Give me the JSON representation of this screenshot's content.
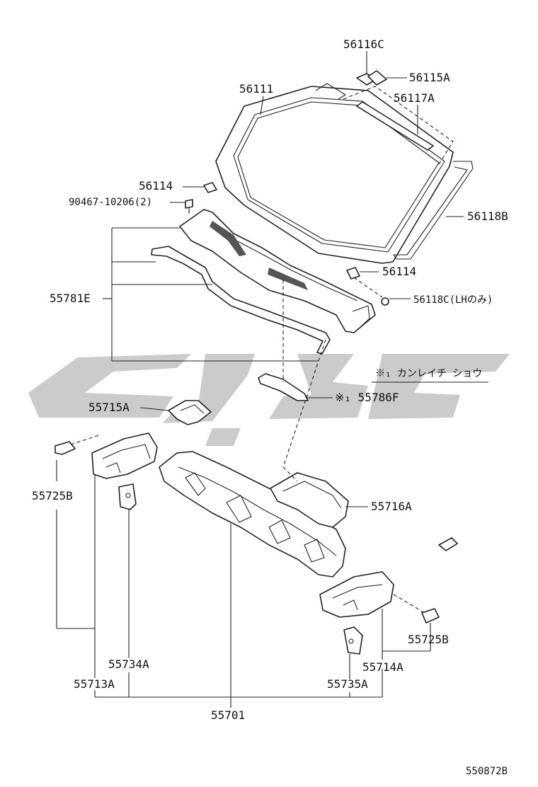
{
  "diagram_id": "550872B",
  "legend_note": "※₁ カンレイチ ショウ",
  "colors": {
    "ink": "#222222",
    "watermark": "#b9b9b9",
    "background": "#ffffff"
  },
  "watermark": {
    "type": "logo"
  },
  "parts": {
    "p56116C": "56116C",
    "p56115A": "56115A",
    "p56117A": "56117A",
    "p56111": "56111",
    "p56114_top": "56114",
    "p90467": "90467-10206(2)",
    "p56118B": "56118B",
    "p56114_right": "56114",
    "p56118C": "56118C(LHのみ)",
    "p55781E": "55781E",
    "p55786F": "※₁ 55786F",
    "p55715A": "55715A",
    "p55725B_left": "55725B",
    "p55716A": "55716A",
    "p55725B_right": "55725B",
    "p55714A": "55714A",
    "p55734A": "55734A",
    "p55713A": "55713A",
    "p55735A": "55735A",
    "p55701": "55701"
  }
}
